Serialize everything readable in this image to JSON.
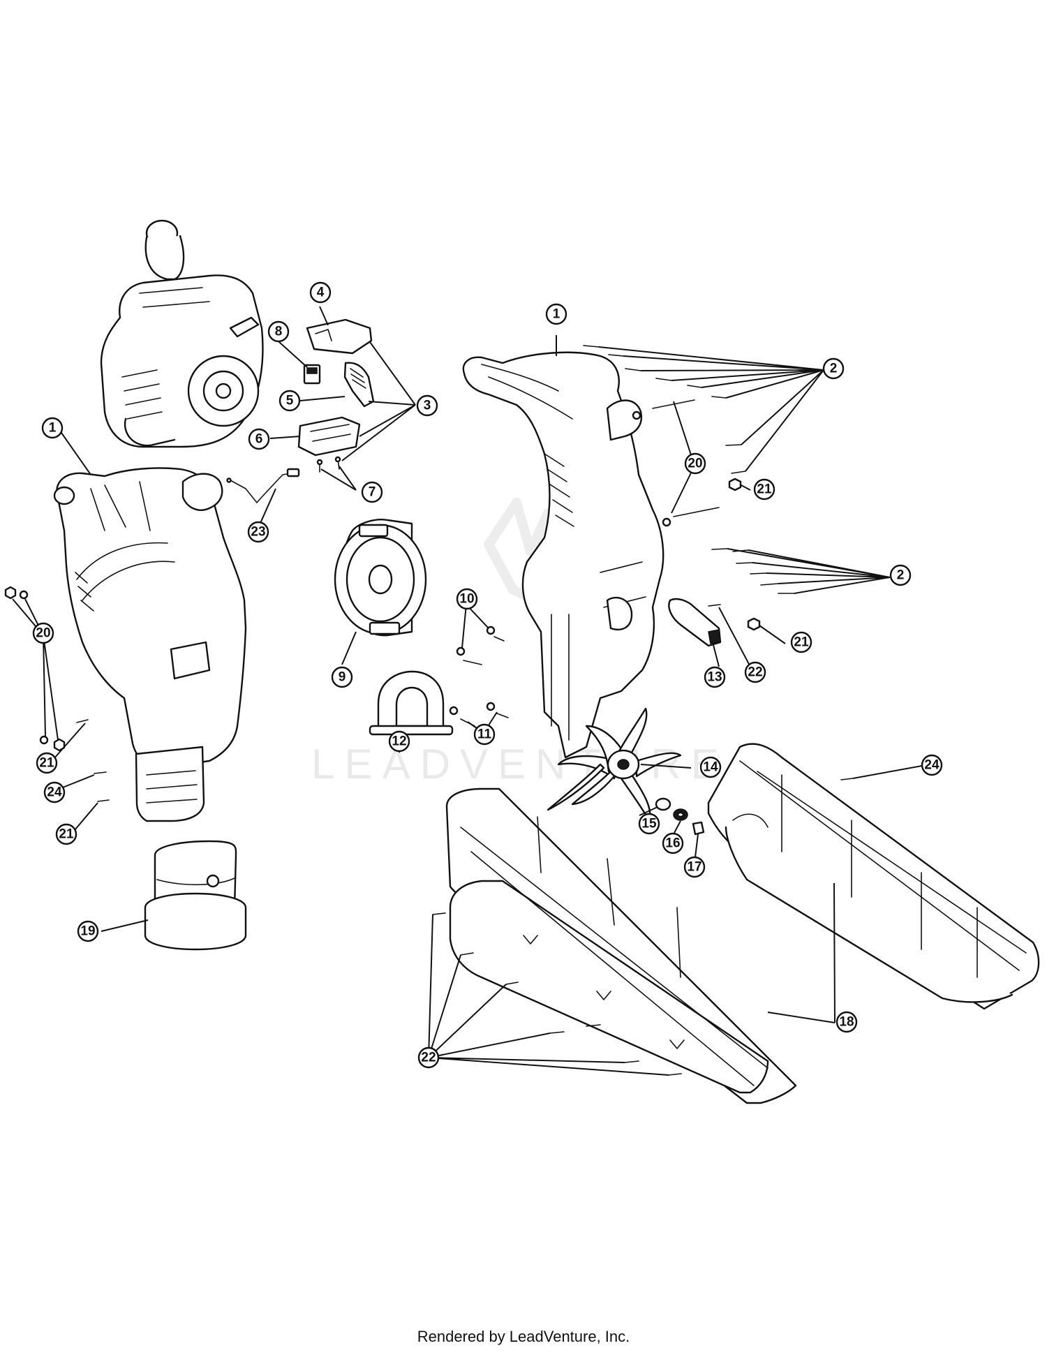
{
  "watermark": {
    "brand": "LEADVENTURE"
  },
  "footer": {
    "credit": "Rendered by LeadVenture, Inc."
  },
  "callouts": [
    {
      "id": "c1a",
      "label": "1"
    },
    {
      "id": "c1b",
      "label": "1"
    },
    {
      "id": "c2a",
      "label": "2"
    },
    {
      "id": "c2b",
      "label": "2"
    },
    {
      "id": "c3",
      "label": "3"
    },
    {
      "id": "c4",
      "label": "4"
    },
    {
      "id": "c5",
      "label": "5"
    },
    {
      "id": "c6",
      "label": "6"
    },
    {
      "id": "c7",
      "label": "7"
    },
    {
      "id": "c8",
      "label": "8"
    },
    {
      "id": "c9",
      "label": "9"
    },
    {
      "id": "c10",
      "label": "10"
    },
    {
      "id": "c11",
      "label": "11"
    },
    {
      "id": "c12",
      "label": "12"
    },
    {
      "id": "c13",
      "label": "13"
    },
    {
      "id": "c14",
      "label": "14"
    },
    {
      "id": "c15",
      "label": "15"
    },
    {
      "id": "c16",
      "label": "16"
    },
    {
      "id": "c17",
      "label": "17"
    },
    {
      "id": "c18",
      "label": "18"
    },
    {
      "id": "c19",
      "label": "19"
    },
    {
      "id": "c20a",
      "label": "20"
    },
    {
      "id": "c20b",
      "label": "20"
    },
    {
      "id": "c21a",
      "label": "21"
    },
    {
      "id": "c21b",
      "label": "21"
    },
    {
      "id": "c21c",
      "label": "21"
    },
    {
      "id": "c21d",
      "label": "21"
    },
    {
      "id": "c22a",
      "label": "22"
    },
    {
      "id": "c22b",
      "label": "22"
    },
    {
      "id": "c23",
      "label": "23"
    },
    {
      "id": "c24a",
      "label": "24"
    },
    {
      "id": "c24b",
      "label": "24"
    }
  ]
}
